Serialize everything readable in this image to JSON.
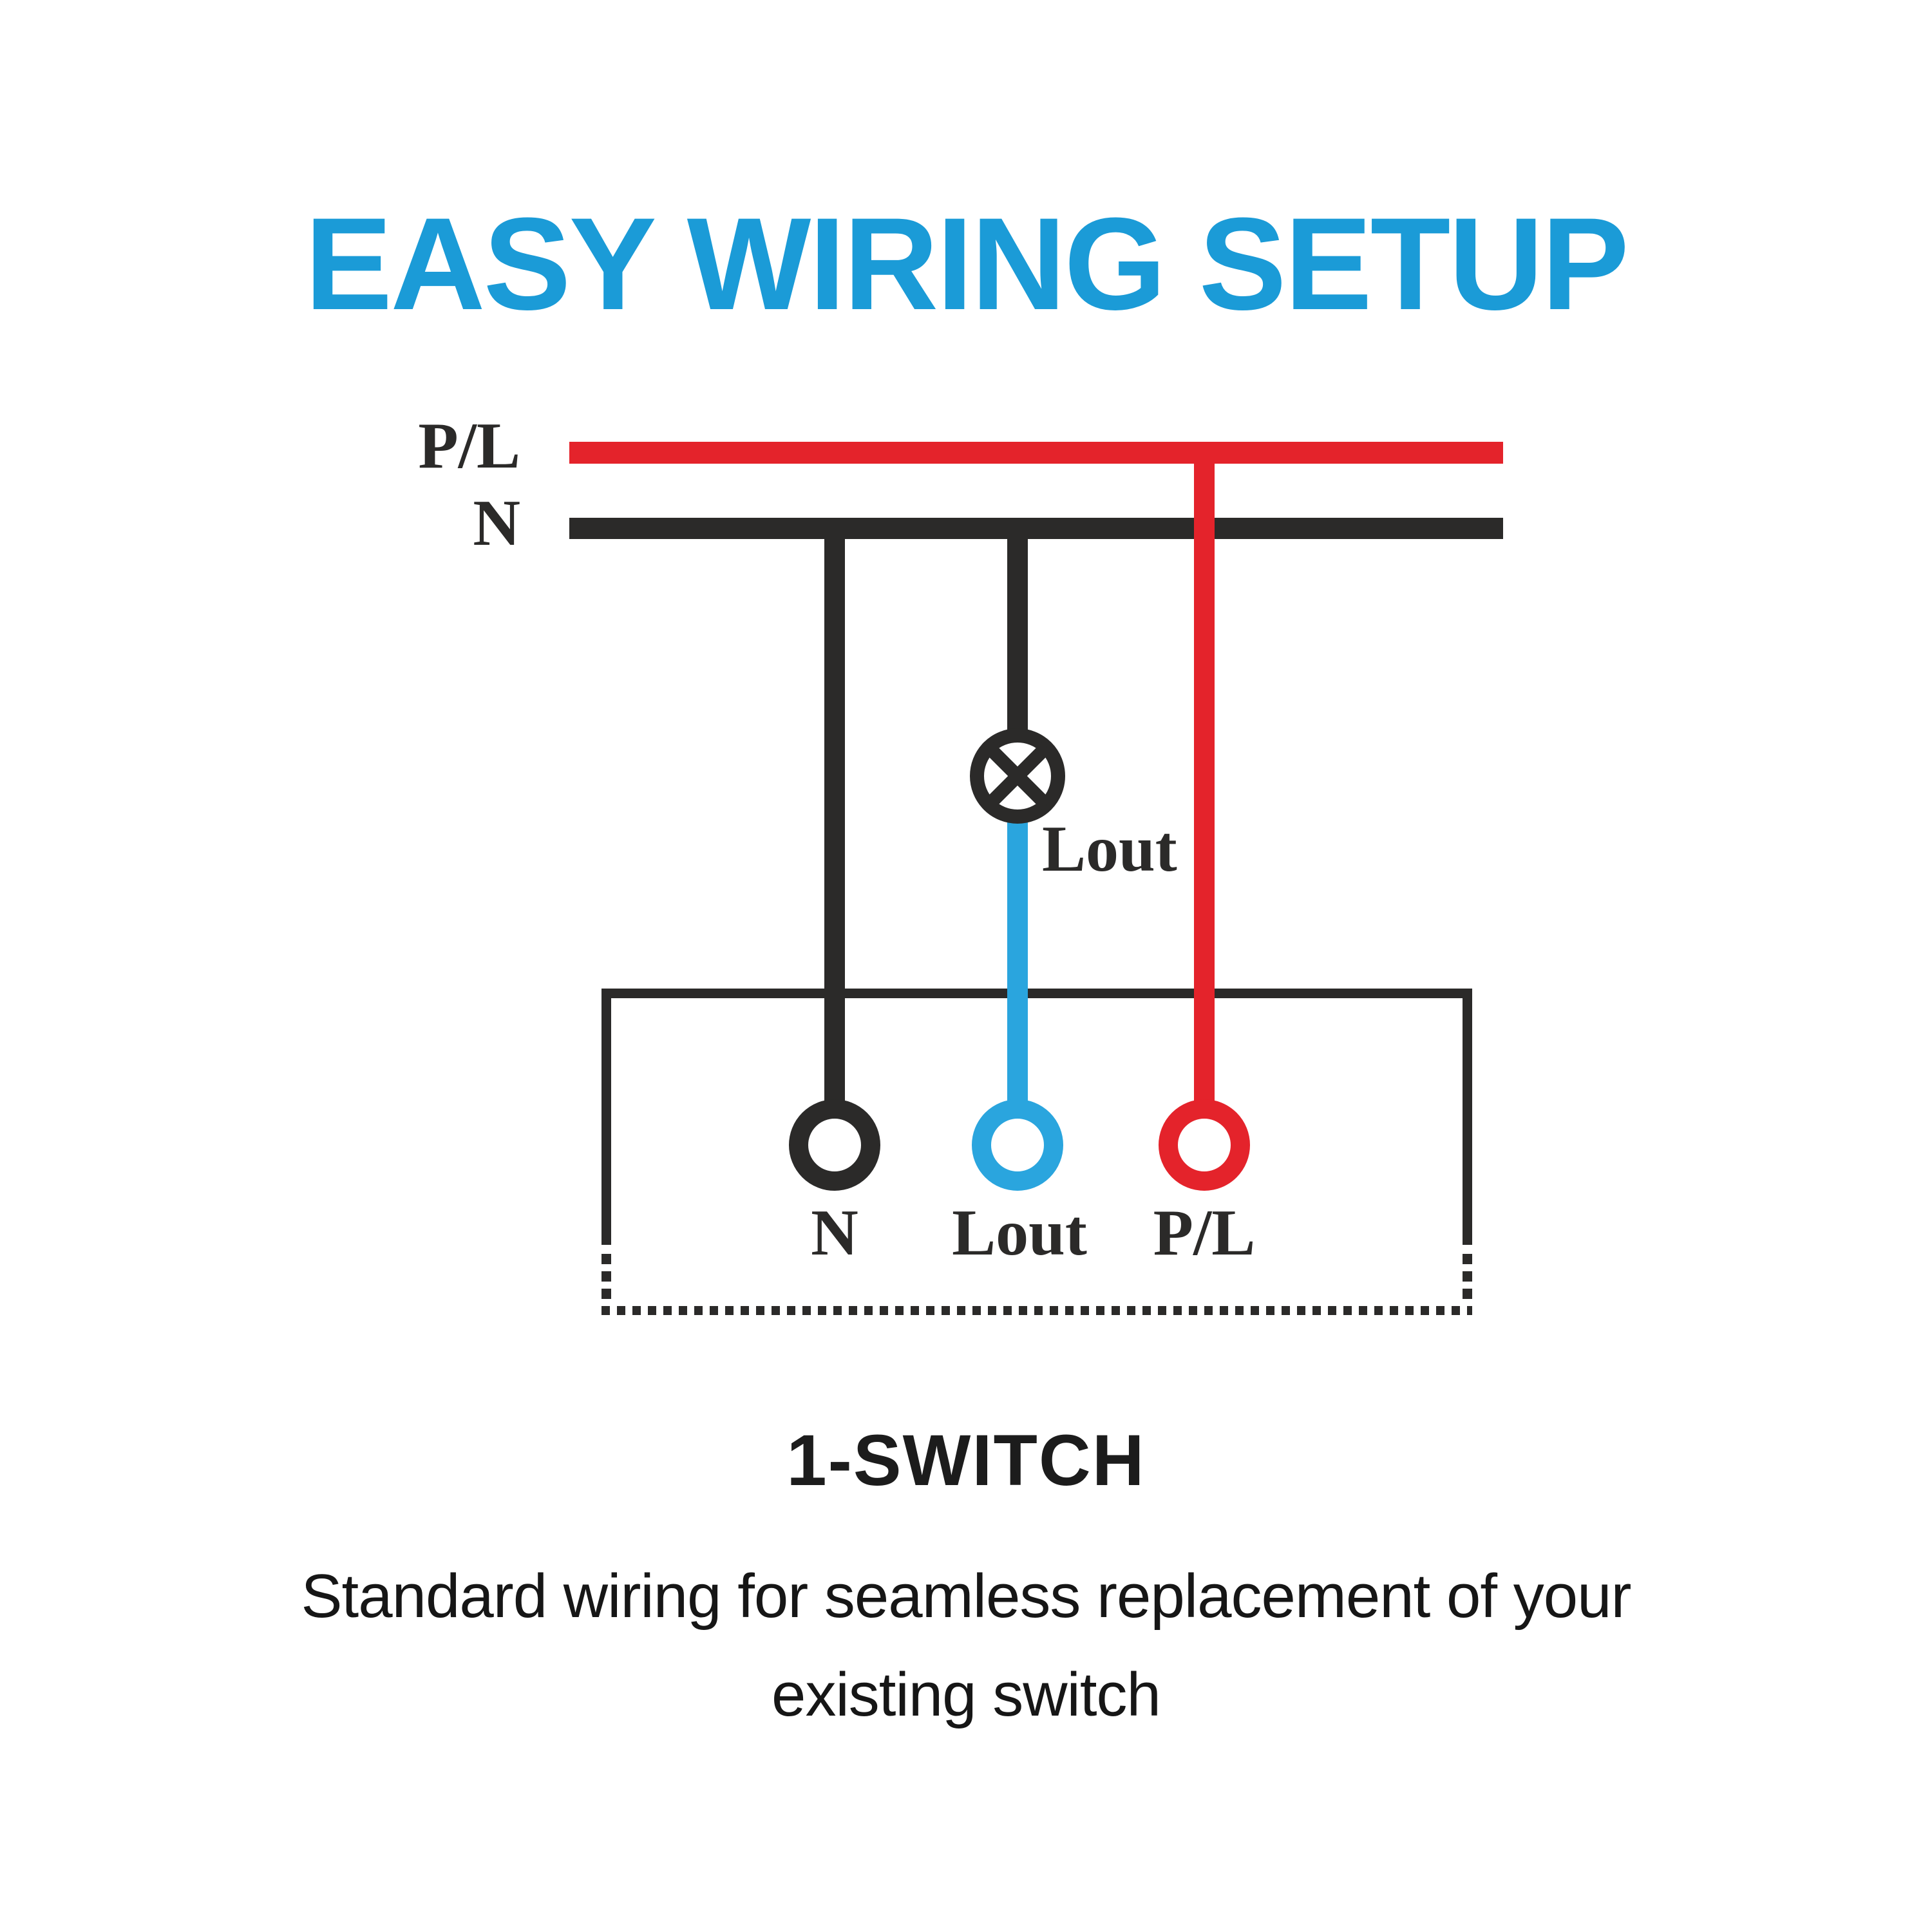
{
  "title": "EASY WIRING SETUP",
  "diagram": {
    "bus": {
      "live_label": "P/L",
      "neutral_label": "N"
    },
    "lamp": {
      "label": "Lout"
    },
    "terminals": {
      "neutral_label": "N",
      "load_label": "Lout",
      "live_label": "P/L"
    }
  },
  "caption": {
    "heading": "1-SWITCH",
    "line1": "Standard wiring for seamless replacement of your",
    "line2": "existing switch"
  },
  "colors": {
    "title_blue": "#1B9BD7",
    "wire_black": "#2B2A29",
    "wire_red": "#E4232B",
    "wire_blue": "#2AA5DE",
    "box_outline": "#2B2A29"
  }
}
